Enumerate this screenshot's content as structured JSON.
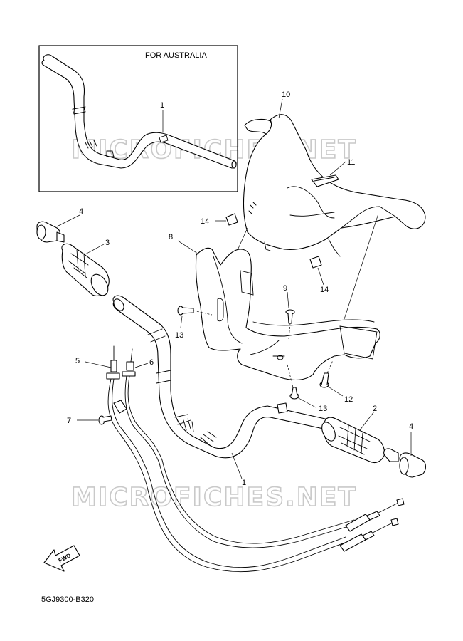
{
  "inset": {
    "label": "FOR AUSTRALIA"
  },
  "watermark": "MICROFICHES.NET",
  "diagram_code": "5GJ9300-B320",
  "fwd_label": "FWD",
  "callouts": {
    "inset_1": "1",
    "c1": "1",
    "c2": "2",
    "c3": "3",
    "c4a": "4",
    "c4b": "4",
    "c5": "5",
    "c6": "6",
    "c7": "7",
    "c8": "8",
    "c9": "9",
    "c10": "10",
    "c11": "11",
    "c12": "12",
    "c13a": "13",
    "c13b": "13",
    "c14a": "14",
    "c14b": "14"
  }
}
